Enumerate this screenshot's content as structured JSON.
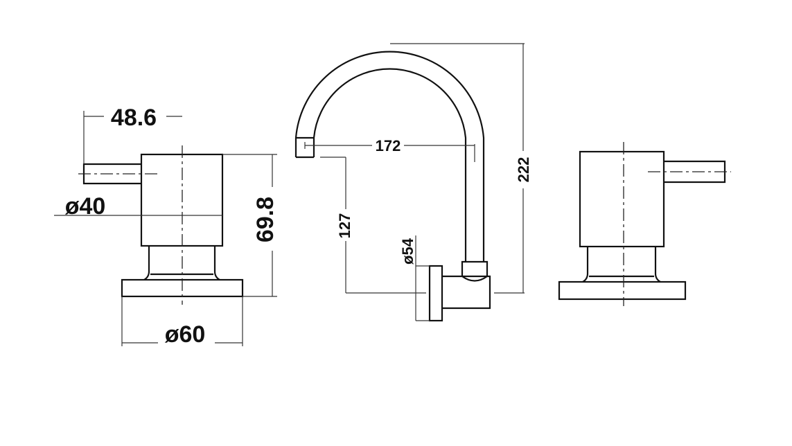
{
  "dimensions": {
    "left_handle": {
      "lever_offset": "48.6",
      "body_diameter": "ø40",
      "height": "69.8",
      "base_diameter": "ø60"
    },
    "spout": {
      "reach": "172",
      "outlet_height": "127",
      "flange_diameter": "ø54",
      "total_height": "222"
    }
  }
}
